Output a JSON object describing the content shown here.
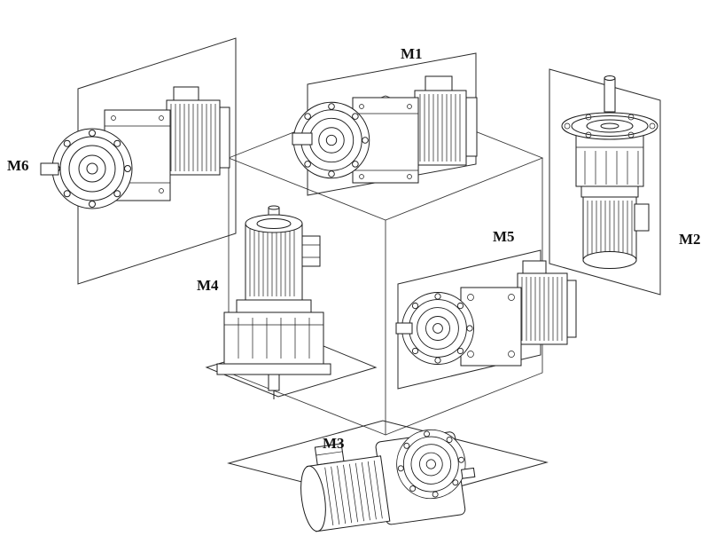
{
  "diagram": {
    "kind": "gearmotor-mounting-positions",
    "colors": {
      "line": "#1c1c1c",
      "background": "#ffffff"
    },
    "labels": {
      "m1": "M1",
      "m2": "M2",
      "m3": "M3",
      "m4": "M4",
      "m5": "M5",
      "m6": "M6"
    }
  }
}
